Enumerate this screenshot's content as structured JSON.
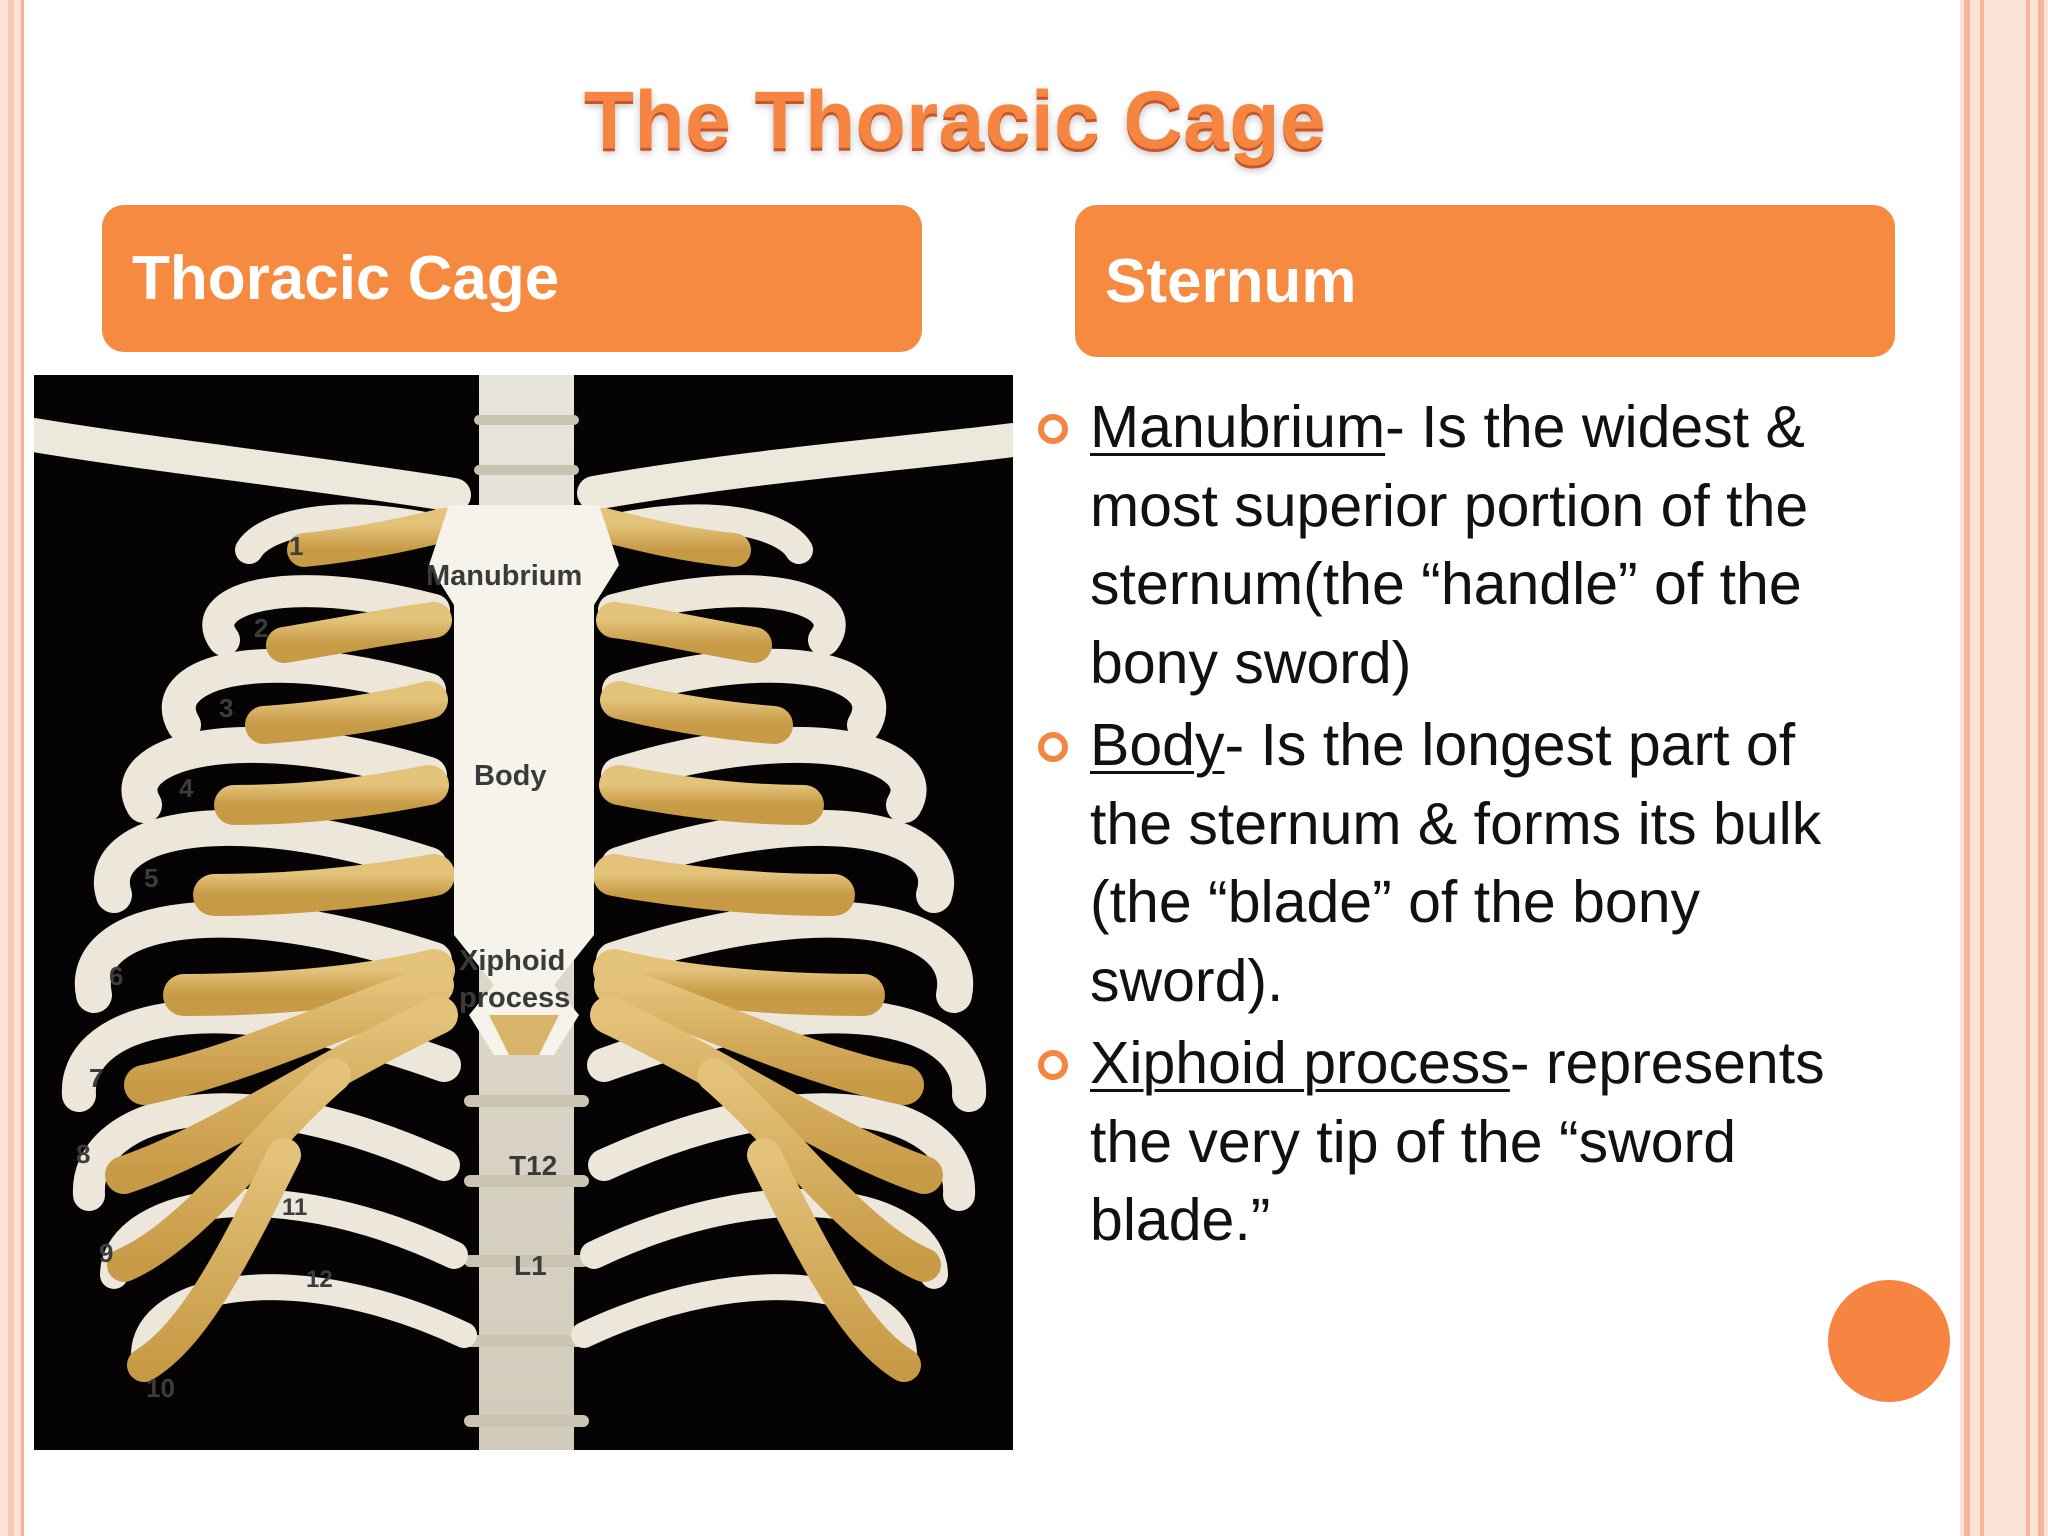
{
  "slide": {
    "title": "The Thoracic Cage",
    "left_header": "Thoracic Cage",
    "right_header": "Sternum"
  },
  "figure": {
    "labels": {
      "manubrium": "Manubrium",
      "body": "Body",
      "xiphoid_1": "Xiphoid",
      "xiphoid_2": "process",
      "t12": "T12",
      "l1": "L1"
    },
    "rib_numbers": [
      "1",
      "2",
      "3",
      "4",
      "5",
      "6",
      "7",
      "8",
      "9",
      "10",
      "11",
      "12"
    ]
  },
  "bullets": [
    {
      "term": "Manubrium",
      "text": "- Is the widest & most superior portion of the sternum(the “handle” of the bony sword)"
    },
    {
      "term": "Body",
      "text": "- Is the longest part of the sternum & forms its bulk (the “blade” of the bony sword)."
    },
    {
      "term": "Xiphoid process",
      "text": "- represents the very tip of the “sword blade.”"
    }
  ],
  "colors": {
    "accent": "#f58540",
    "header_fill": "#f58a40",
    "frame": "#fbe3d6"
  }
}
